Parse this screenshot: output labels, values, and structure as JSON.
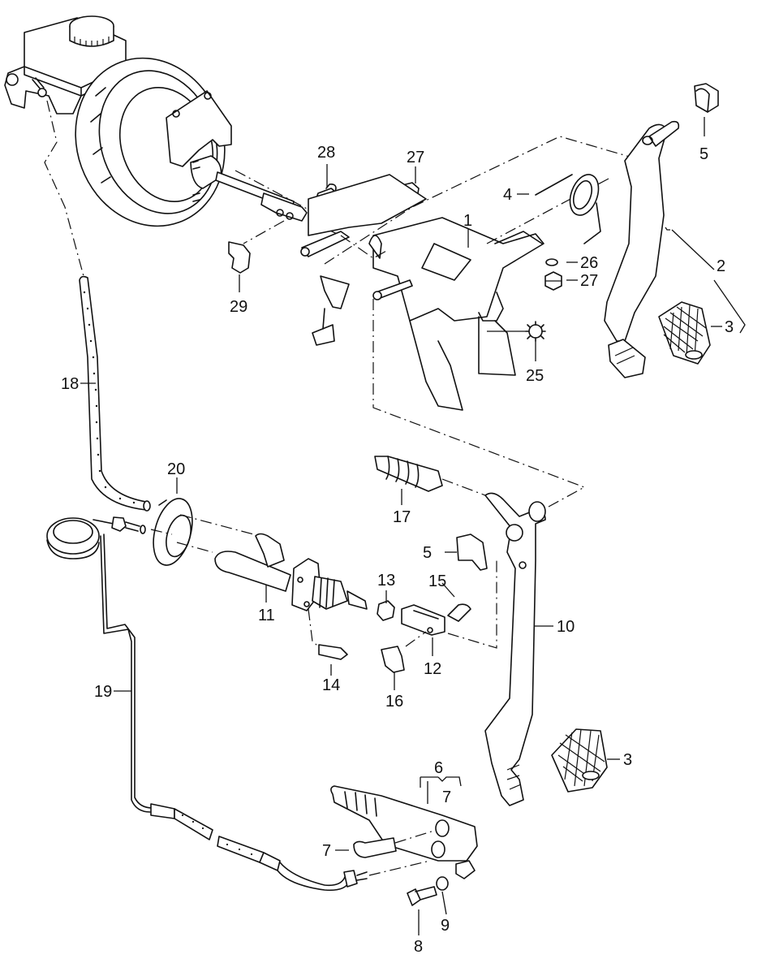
{
  "diagram": {
    "title": "Brake servo, pedal cluster and clutch hydraulics (exploded view)",
    "callouts": [
      {
        "id": "c1",
        "text": "1",
        "part": "pedal bracket"
      },
      {
        "id": "c2",
        "text": "2",
        "part": "brake pedal"
      },
      {
        "id": "c3a",
        "text": "3",
        "part": "pedal pad (brake)"
      },
      {
        "id": "c4",
        "text": "4",
        "part": "bushing"
      },
      {
        "id": "c5a",
        "text": "5",
        "part": "clip (brake pedal)"
      },
      {
        "id": "c5b",
        "text": "5",
        "part": "clip (clutch pedal)"
      },
      {
        "id": "c25",
        "text": "25",
        "part": "lock washer"
      },
      {
        "id": "c26",
        "text": "26",
        "part": "washer"
      },
      {
        "id": "c27a",
        "text": "27",
        "part": "nut (upper)"
      },
      {
        "id": "c27b",
        "text": "27",
        "part": "nut (lower)"
      },
      {
        "id": "c28",
        "text": "28",
        "part": "pin"
      },
      {
        "id": "c29",
        "text": "29",
        "part": "clip"
      },
      {
        "id": "c18",
        "text": "18",
        "part": "hose"
      },
      {
        "id": "c20",
        "text": "20",
        "part": "grommet"
      },
      {
        "id": "c17",
        "text": "17",
        "part": "over-centre spring"
      },
      {
        "id": "c11",
        "text": "11",
        "part": "clutch master cylinder"
      },
      {
        "id": "c13",
        "text": "13",
        "part": "nut"
      },
      {
        "id": "c15",
        "text": "15",
        "part": "pin"
      },
      {
        "id": "c10",
        "text": "10",
        "part": "clutch pedal"
      },
      {
        "id": "c12",
        "text": "12",
        "part": "clevis"
      },
      {
        "id": "c14",
        "text": "14",
        "part": "bolt"
      },
      {
        "id": "c16",
        "text": "16",
        "part": "clip"
      },
      {
        "id": "c19",
        "text": "19",
        "part": "pressure line"
      },
      {
        "id": "c3b",
        "text": "3",
        "part": "pedal pad (clutch)"
      },
      {
        "id": "c6",
        "text": "6",
        "part": "slave cylinder assembly"
      },
      {
        "id": "c7a",
        "text": "7",
        "part": "slave cylinder"
      },
      {
        "id": "c7b",
        "text": "7",
        "part": "bleed valve"
      },
      {
        "id": "c9",
        "text": "9",
        "part": "washer"
      },
      {
        "id": "c8",
        "text": "8",
        "part": "bolt"
      }
    ]
  }
}
